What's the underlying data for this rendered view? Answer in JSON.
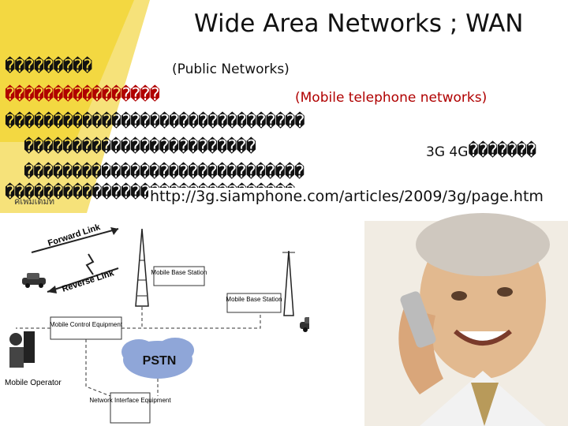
{
  "slide": {
    "title": "Wide Area Networks ; WAN",
    "line1_garble": "���������",
    "line1_label": "(Public Networks)",
    "line2_garble": "����������������",
    "line2_label": "(Mobile telephone networks)",
    "line3_garble": "�������������������������������",
    "line4_garble": "������������������������",
    "line4_label": "3G 4G",
    "line4_tail": "�������",
    "line5_garble": "�����������������������������",
    "line6_garble": "������������������������������",
    "small_label": "คเพมเตมท",
    "url": "http://3g.siamphone.com/articles/2009/3g/page.htm"
  },
  "diagram": {
    "forward_link": "Forward Link",
    "reverse_link": "Reverse Link",
    "mobile_base_station_1": "Mobile Base Station",
    "mobile_base_station_2": "Mobile Base Station",
    "mobile_control_equipment": "Mobile Control Equipment",
    "pstn": "PSTN",
    "mobile_operator": "Mobile Operator",
    "network_interface_equipment": "Network Interface Equipment"
  },
  "colors": {
    "accent_yellow": "#f2d21b",
    "title_red": "#b00000",
    "pstn_blue": "#8fa6d8"
  }
}
